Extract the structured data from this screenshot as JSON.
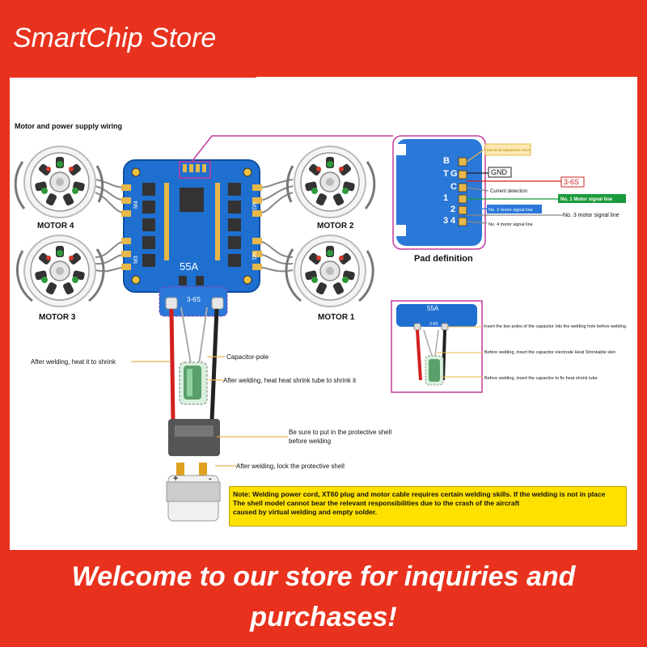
{
  "store": {
    "name": "SmartChip Store"
  },
  "banner": {
    "line1": "Welcome to our store for inquiries and",
    "line2": "purchases!"
  },
  "colors": {
    "brand_red": "#e8321e",
    "board_blue": "#1f6fd1",
    "note_yellow": "#ffe100",
    "label_green": "#1a9a3a",
    "label_blue": "#2a78d8",
    "label_red": "#d32020"
  },
  "diagram": {
    "title": "Motor and power supply wiring",
    "motors": {
      "m1": "MOTOR 1",
      "m2": "MOTOR 2",
      "m3": "MOTOR 3",
      "m4": "MOTOR 4"
    },
    "board": {
      "rating": "55A",
      "voltage": "3-6S",
      "m1": "M1",
      "m2": "M2",
      "m3": "M3",
      "m4": "M4"
    },
    "pad": {
      "title": "Pad definition",
      "letters": [
        "B",
        "T",
        "G",
        "C",
        "1",
        "2",
        "3",
        "4"
      ],
      "labels": {
        "electrical": "Electrical adjustment return",
        "gnd": "GND",
        "v": "3-6S",
        "current": "Current detection",
        "sig1": "No. 1 Motor signal line",
        "sig2": "No. 2 motor signal line",
        "sig3": "No. 3 motor signal line",
        "sig4": "No. 4 motor signal line"
      }
    },
    "inset": {
      "rating": "55A",
      "voltage": "3-6S",
      "a1": "Insert the two poles of the capacitor into the welding hole before welding.",
      "a2": "Before welding, insert the capacitor electrode Heat Shrinkable skin",
      "a3": "Before welding, insert the capacitor to fix heat shrink tube"
    },
    "annotations": {
      "shrink": "After welding, heat it to shrink",
      "cap_pole": "Capacitor-pole",
      "heat_tube": "After welding, heat heat shrink tube to shrink it",
      "shell1": "Be sure to put in the protective shell",
      "shell2": "before welding",
      "lock": "After welding, lock the protective shell"
    },
    "plug": {
      "plus": "+",
      "minus": "-"
    },
    "note": {
      "l1": "Note: Welding power cord, XT60 plug and motor cable requires certain welding skills. If the welding is not in place",
      "l2": "The shell model cannot bear the relevant responsibilities due to the crash of the aircraft",
      "l3": "caused by virtual welding and empty solder."
    }
  }
}
